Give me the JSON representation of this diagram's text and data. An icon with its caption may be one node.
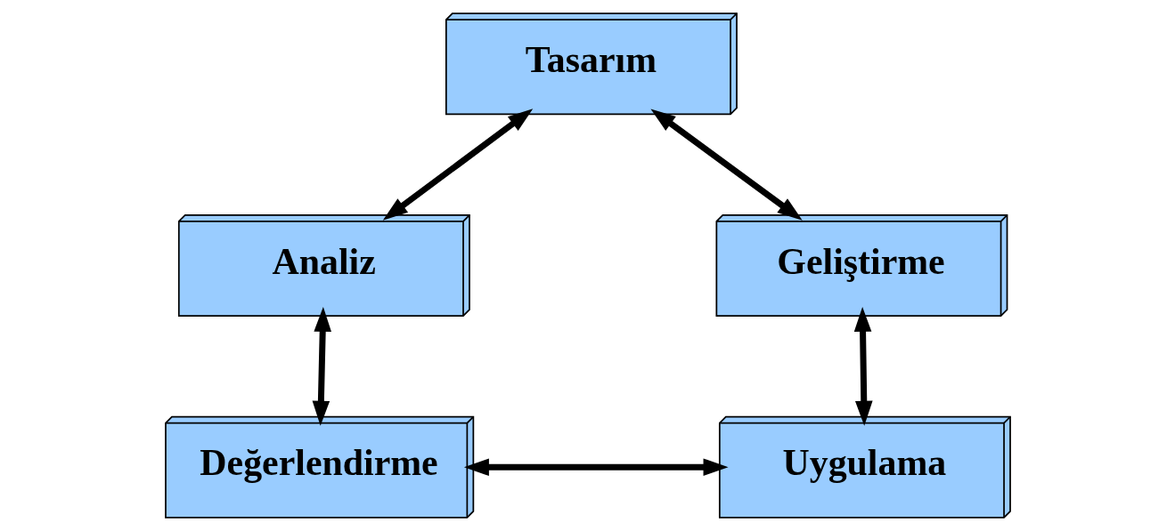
{
  "diagram": {
    "nodes": [
      {
        "text": [
          "Tasarım"
        ]
      },
      {
        "text": [
          "Analiz"
        ]
      },
      {
        "text": [
          "Geliştirme"
        ]
      },
      {
        "text": [
          "Değerlendirme"
        ]
      },
      {
        "text": [
          "Uygulama"
        ]
      }
    ],
    "edges": [
      {
        "from": 0,
        "to": 1,
        "arrow": "both"
      },
      {
        "from": 0,
        "to": 2,
        "arrow": "both"
      },
      {
        "from": 1,
        "to": 3,
        "arrow": "both"
      },
      {
        "from": 2,
        "to": 4,
        "arrow": "both"
      },
      {
        "from": 3,
        "to": 4,
        "arrow": "both"
      }
    ]
  }
}
